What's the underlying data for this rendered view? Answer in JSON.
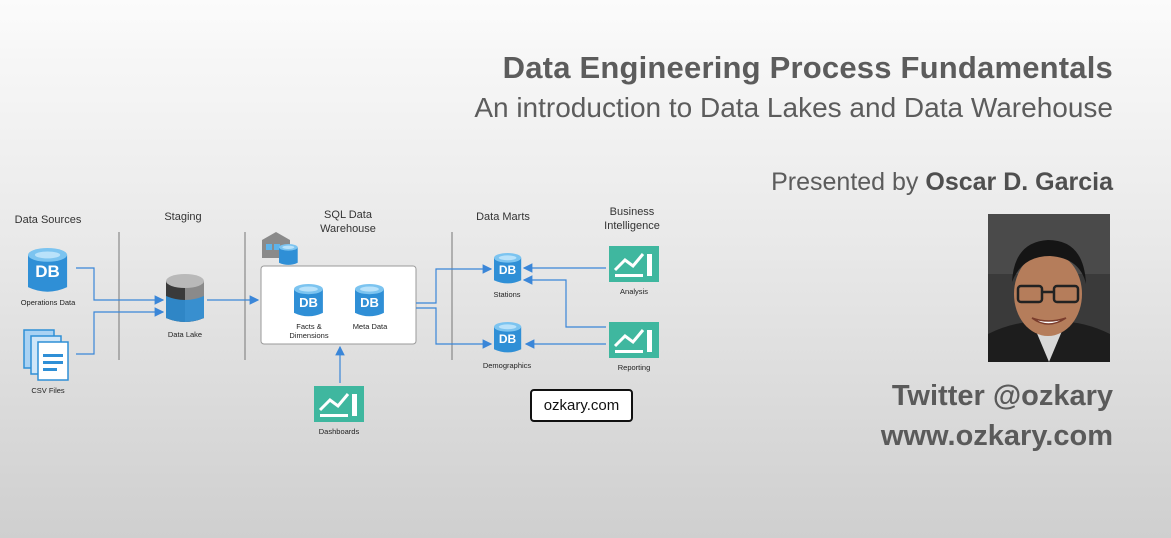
{
  "header": {
    "title": "Data Engineering Process Fundamentals",
    "subtitle": "An introduction to Data Lakes and Data Warehouse"
  },
  "presenter": {
    "prefix": "Presented by ",
    "name": "Oscar D. Garcia"
  },
  "contact": {
    "twitter": "Twitter @ozkary",
    "website": "www.ozkary.com"
  },
  "diagram": {
    "sections": {
      "data_sources": "Data Sources",
      "staging": "Staging",
      "sql_dw_line1": "SQL Data",
      "sql_dw_line2": "Warehouse",
      "data_marts": "Data Marts",
      "bi_line1": "Business",
      "bi_line2": "Intelligence"
    },
    "nodes": {
      "operations_data": "Operations Data",
      "csv_files": "CSV Files",
      "data_lake": "Data Lake",
      "facts_line1": "Facts &",
      "facts_line2": "Dimensions",
      "meta_data": "Meta Data",
      "stations": "Stations",
      "demographics": "Demographics",
      "analysis": "Analysis",
      "reporting": "Reporting",
      "dashboards": "Dashboards"
    },
    "db_text": "DB",
    "badge": "ozkary.com",
    "colors": {
      "db_blue": "#2f8fd6",
      "db_light": "#5db3ea",
      "arrow": "#3a86d8",
      "chart_teal": "#3fb79f"
    }
  }
}
